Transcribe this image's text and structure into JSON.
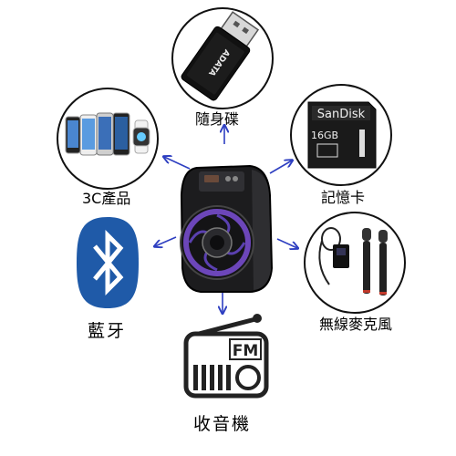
{
  "labels": {
    "usb": "隨身碟",
    "devices": "3C產品",
    "sdcard": "記憶卡",
    "bluetooth": "藍牙",
    "microphone": "無線麥克風",
    "radio": "收音機"
  },
  "product_text": {
    "usb_brand": "ADATA",
    "sd_brand": "SanDisk",
    "sd_capacity": "16GB",
    "radio_band": "FM"
  },
  "icons": {
    "center": "speaker-icon",
    "usb": "usb-drive-icon",
    "devices": "phones-watch-icon",
    "sdcard": "sd-card-icon",
    "bluetooth": "bluetooth-icon",
    "microphone": "wireless-microphone-icon",
    "radio": "radio-icon"
  },
  "colors": {
    "arrow": "#2e3fc1",
    "bluetooth": "#1f5aa8",
    "speaker_light": "#7b4fd6"
  }
}
